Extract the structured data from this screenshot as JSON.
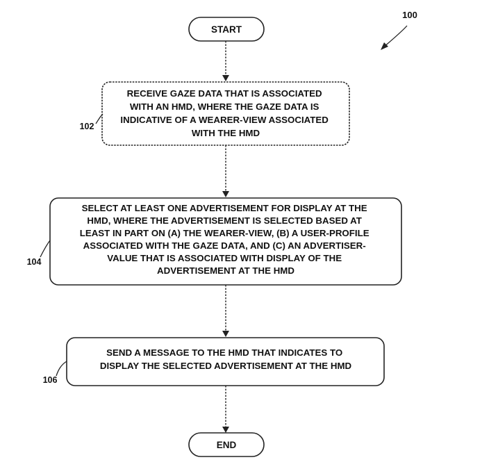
{
  "figure_ref": "100",
  "start_label": "START",
  "end_label": "END",
  "steps": [
    {
      "ref": "102",
      "lines": [
        "RECEIVE GAZE DATA THAT IS ASSOCIATED",
        "WITH AN HMD, WHERE THE GAZE DATA IS",
        "INDICATIVE OF A WEARER-VIEW ASSOCIATED",
        "WITH THE HMD"
      ]
    },
    {
      "ref": "104",
      "lines": [
        "SELECT AT LEAST ONE ADVERTISEMENT FOR DISPLAY AT THE",
        "HMD, WHERE THE ADVERTISEMENT IS SELECTED BASED AT",
        "LEAST IN PART ON (A) THE WEARER-VIEW, (B) A USER-PROFILE",
        "ASSOCIATED WITH THE GAZE DATA, AND (C) AN ADVERTISER-",
        "VALUE THAT IS ASSOCIATED WITH DISPLAY OF THE",
        "ADVERTISEMENT AT THE HMD"
      ]
    },
    {
      "ref": "106",
      "lines": [
        "SEND A MESSAGE TO THE HMD THAT INDICATES TO",
        "DISPLAY THE SELECTED ADVERTISEMENT AT THE HMD"
      ]
    }
  ]
}
